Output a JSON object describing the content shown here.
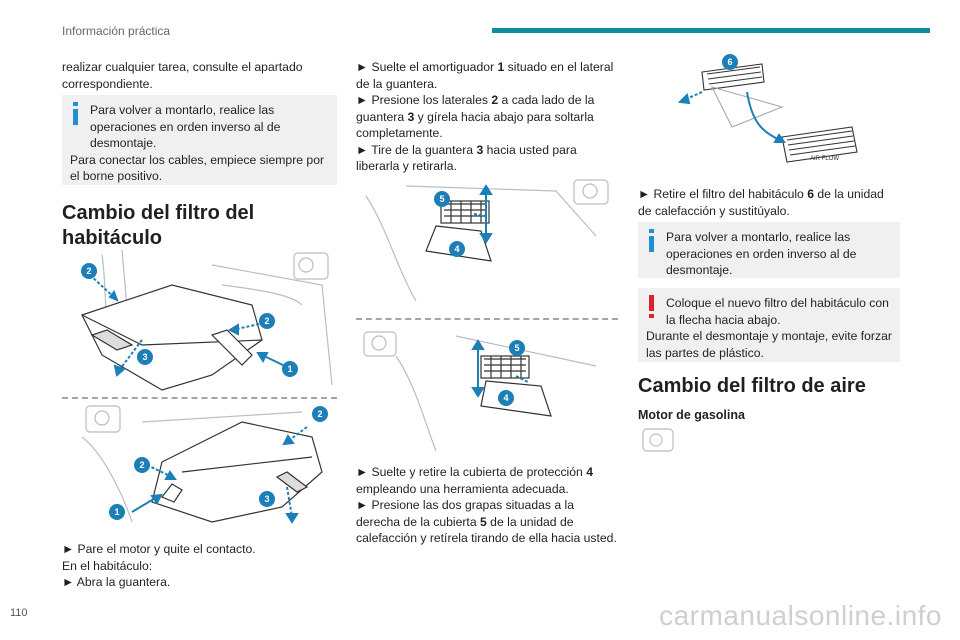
{
  "header": {
    "title": "Información práctica"
  },
  "page_number": "110",
  "watermark": "carmanualsonline.info",
  "col1": {
    "intro": "realizar cualquier tarea, consulte el apartado correspondiente.",
    "note1_line1": "Para volver a montarlo, realice las operaciones en orden inverso al de desmontaje.",
    "note1_line2": "Para conectar los cables, empiece siempre por el borne positivo.",
    "heading": "Cambio del filtro del habitáculo",
    "step1": "► Pare el motor y quite el contacto.",
    "step2": "En el habitáculo:",
    "step3": "► Abra la guantera.",
    "fig_labels": [
      "2",
      "2",
      "3",
      "1",
      "2",
      "2",
      "3",
      "1"
    ]
  },
  "col2": {
    "s1_pre": "► Suelte el amortiguador ",
    "s1_num": "1",
    "s1_post": " situado en el lateral de la guantera.",
    "s2_pre": "► Presione los laterales ",
    "s2_num": "2",
    "s2_mid": " a cada lado de la guantera ",
    "s2_num2": "3",
    "s2_post": " y gírela hacia abajo para soltarla completamente.",
    "s3_pre": "► Tire de la guantera ",
    "s3_num": "3",
    "s3_post": " hacia usted para liberarla y retirarla.",
    "s4_pre": "► Suelte y retire la cubierta de protección ",
    "s4_num": "4",
    "s4_post": " empleando una herramienta adecuada.",
    "s5_pre": "► Presione las dos grapas situadas a la derecha de la cubierta ",
    "s5_num": "5",
    "s5_post": " de la unidad de calefacción y retírela tirando de ella hacia usted.",
    "fig_labels": [
      "5",
      "4",
      "5",
      "4"
    ]
  },
  "col3": {
    "s1_pre": "► Retire el filtro del habitáculo ",
    "s1_num": "6",
    "s1_post": " de la unidad de calefacción y sustitúyalo.",
    "note1": "Para volver a montarlo, realice las operaciones en orden inverso al de desmontaje.",
    "warn_line1": "Coloque el nuevo filtro del habitáculo con la flecha hacia abajo.",
    "warn_line2": "Durante el desmontaje y montaje, evite forzar las partes de plástico.",
    "heading": "Cambio del filtro de aire",
    "subheading": "Motor de gasolina",
    "fig_label": "6",
    "air_flow": "AIR FLOW"
  },
  "colors": {
    "accent": "#0e8c9c",
    "info_blue": "#1f8fd6",
    "warn_red": "#d9232e",
    "note_bg": "#f0f0f0"
  }
}
